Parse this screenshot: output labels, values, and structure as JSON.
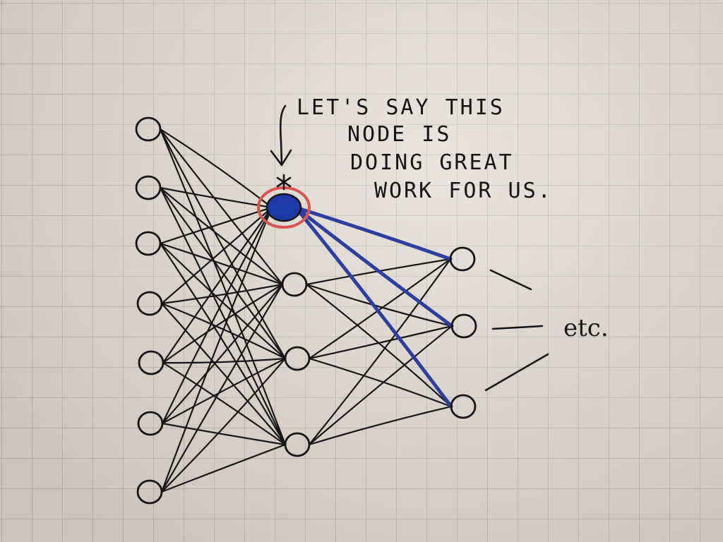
{
  "annotation": {
    "lines": [
      "LET'S SAY THIS",
      "NODE IS",
      "DOING GREAT",
      "WORK FOR US."
    ]
  },
  "etc_label": "etc.",
  "colors": {
    "ink": "#151515",
    "highlight_fill": "#1e3aa8",
    "highlight_ring": "#d9544f",
    "highlight_edges": "#2c3fa0",
    "paper": "#ddd6cb"
  },
  "network": {
    "layers": [
      {
        "name": "input",
        "node_count": 7
      },
      {
        "name": "hidden",
        "node_count": 4,
        "highlighted_index": 0
      },
      {
        "name": "output",
        "node_count": 3
      }
    ]
  }
}
